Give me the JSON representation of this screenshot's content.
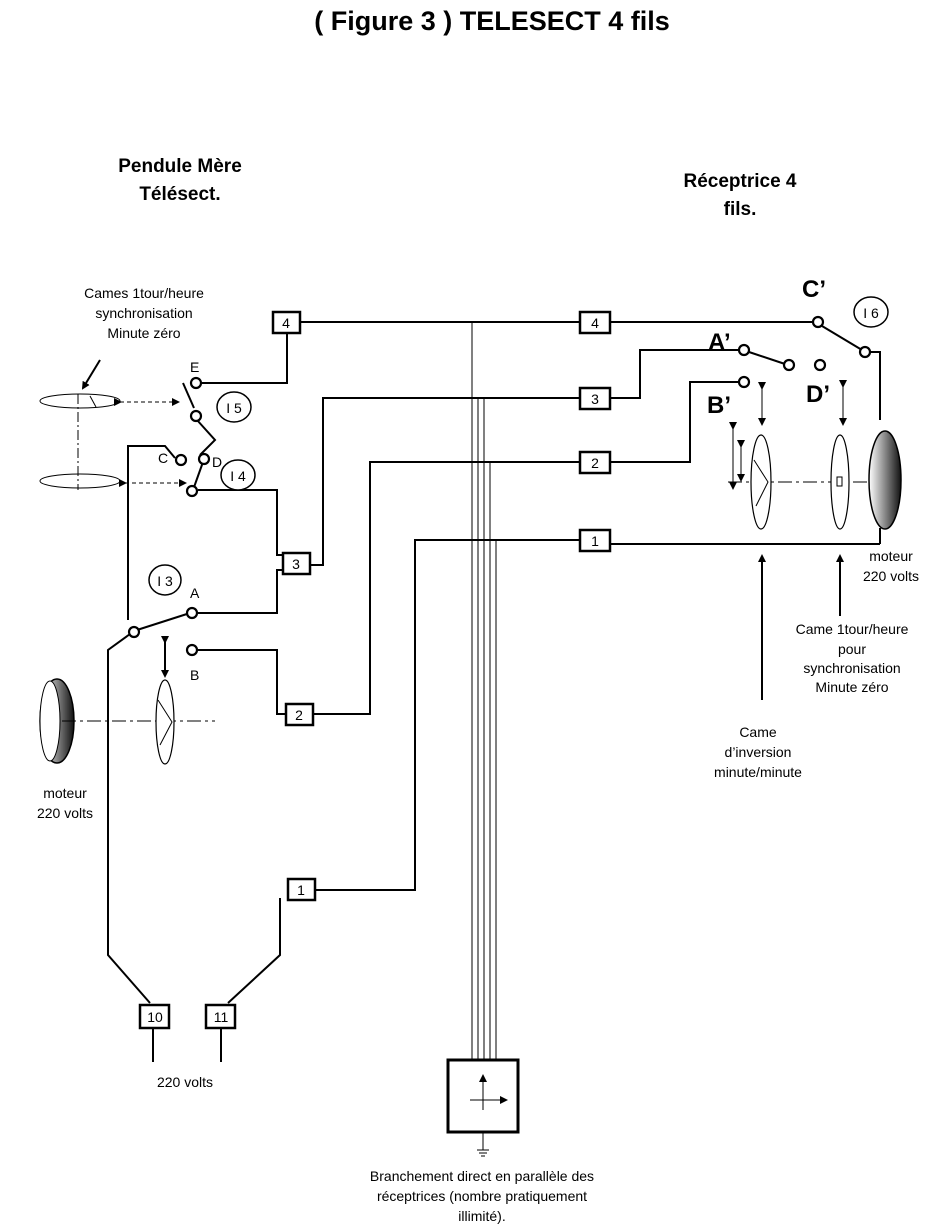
{
  "title": "( Figure 3 ) TELESECT  4 fils",
  "left_heading": {
    "line1": "Pendule  Mère",
    "line2": "Télésect."
  },
  "right_heading": {
    "line1": "Réceptrice  4",
    "line2": "fils."
  },
  "left_cams_label": {
    "line1": "Cames 1tour/heure",
    "line2": "synchronisation",
    "line3": "Minute zéro"
  },
  "left_motor_label": {
    "line1": "moteur",
    "line2": "220 volts"
  },
  "right_motor_label": {
    "line1": "moteur",
    "line2": "220 volts"
  },
  "right_sync_label": {
    "line1": "Came 1tour/heure",
    "line2": "pour",
    "line3": "synchronisation",
    "line4": "Minute zéro"
  },
  "inversion_label": {
    "line1": "Came",
    "line2": "d’inversion",
    "line3": "minute/minute"
  },
  "supply_label": "220 volts",
  "parallel_label": {
    "line1": "Branchement direct  en parallèle des",
    "line2": "réceptrices  (nombre pratiquement",
    "line3": "illimité)."
  },
  "switches": {
    "i3": "I 3",
    "i4": "I 4",
    "i5": "I 5",
    "i6": "I 6"
  },
  "contacts_left": {
    "a": "A",
    "b": "B",
    "c": "C",
    "d": "D",
    "e": "E"
  },
  "contacts_right": {
    "a": "A’",
    "b": "B’",
    "c": "C’",
    "d": "D’"
  },
  "terminals_left": {
    "t4": "4",
    "t3": "3",
    "t2": "2",
    "t1": "1",
    "t10": "10",
    "t11": "11"
  },
  "terminals_right": {
    "t4": "4",
    "t3": "3",
    "t2": "2",
    "t1": "1"
  }
}
